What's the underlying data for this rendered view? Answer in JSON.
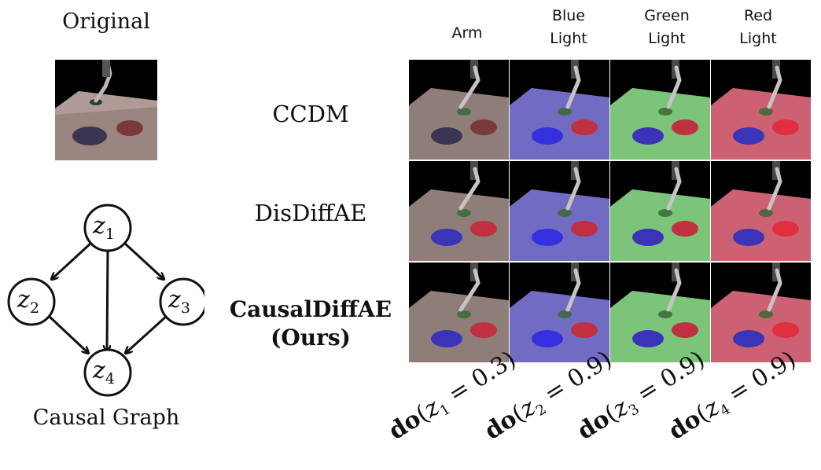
{
  "original": {
    "title": "Original"
  },
  "graph": {
    "title": "Causal Graph",
    "nodes": [
      {
        "name": "z",
        "sub": "1"
      },
      {
        "name": "z",
        "sub": "2"
      },
      {
        "name": "z",
        "sub": "3"
      },
      {
        "name": "z",
        "sub": "4"
      }
    ]
  },
  "columns": [
    {
      "line1": "Arm",
      "line2": ""
    },
    {
      "line1": "Blue",
      "line2": "Light"
    },
    {
      "line1": "Green",
      "line2": "Light"
    },
    {
      "line1": "Red",
      "line2": "Light"
    }
  ],
  "rows": [
    {
      "label": "CCDM"
    },
    {
      "label": "DisDiffAE"
    },
    {
      "label_line1": "CausalDiffAE",
      "label_line2": "(Ours)"
    }
  ],
  "interventions": [
    {
      "do": "do",
      "var": "z",
      "sub": "1",
      "eq": " = 0.3)"
    },
    {
      "do": "do",
      "var": "z",
      "sub": "2",
      "eq": " = 0.9)"
    },
    {
      "do": "do",
      "var": "z",
      "sub": "3",
      "eq": " = 0.9)"
    },
    {
      "do": "do",
      "var": "z",
      "sub": "4",
      "eq": " = 0.9)"
    }
  ],
  "colors": {
    "background": "#000000",
    "blue_tint": "#5a5cff",
    "green_tint": "#6cff7a",
    "red_tint": "#ff4a70",
    "blue_disk": "#3430e0",
    "red_disk": "#e03040"
  }
}
